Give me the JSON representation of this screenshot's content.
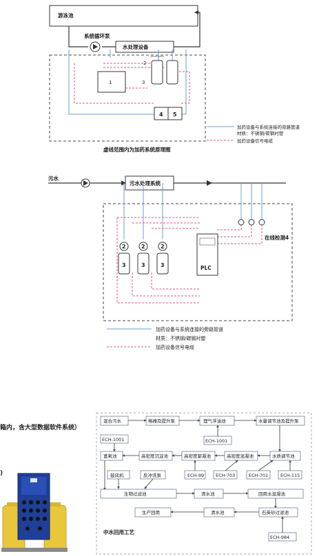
{
  "diagram1": {
    "pool": "游泳池",
    "pump": "系统循环泵",
    "water_equipment": "水处理设备",
    "box1": "1",
    "label2": "2",
    "label3": "3",
    "box4": "4",
    "box5": "5",
    "legend": [
      "加药设备与系统连接的旁路管道",
      "材质：不锈钢/碳钢衬塑",
      "加药设备信号电缆"
    ],
    "caption": "虚线范围内为加药系统原理图"
  },
  "diagram2": {
    "inlet": "污水",
    "system": "污水处理系统",
    "pumps": [
      "2",
      "2",
      "2"
    ],
    "tanks": [
      "3",
      "3",
      "3"
    ],
    "plc": "PLC",
    "online": "在线检测4",
    "legend": [
      "加药设备与系统连接的旁路管道",
      "材质：不锈钢/碳钢衬塑",
      "加药设备信号电缆"
    ]
  },
  "side_text": {
    "line1": "箱内，含大型数据软件系统）",
    "line2": ")"
  },
  "diagram3": {
    "title": "中水回用工艺",
    "nodes": {
      "mixed": "混合污水",
      "grille": "格栅及提升泵",
      "oil": "理气浮油池",
      "adjust": "水量调节池及提升泵",
      "ech1001a": "ECH-1001",
      "ech1001b": "ECH-1001",
      "oxygen": "富氧池",
      "sediment": "高密度沉淀池",
      "floc2": "高密度絮凝池",
      "floc1": "高密度混凝池",
      "quality": "水质调节池",
      "ech99": "ECH-99",
      "ech703": "ECH-703",
      "ech701": "ECH-701",
      "ech115": "ECH-115",
      "blower": "鼓风机",
      "backwash": "反冲洗泵",
      "bio": "生物过滤池",
      "clear1": "清水池",
      "reuse_coag": "回用水混凝池",
      "production": "生产回用",
      "clear2": "清水池",
      "quartz": "石英砂过滤池",
      "ech984": "ECH-984"
    }
  }
}
